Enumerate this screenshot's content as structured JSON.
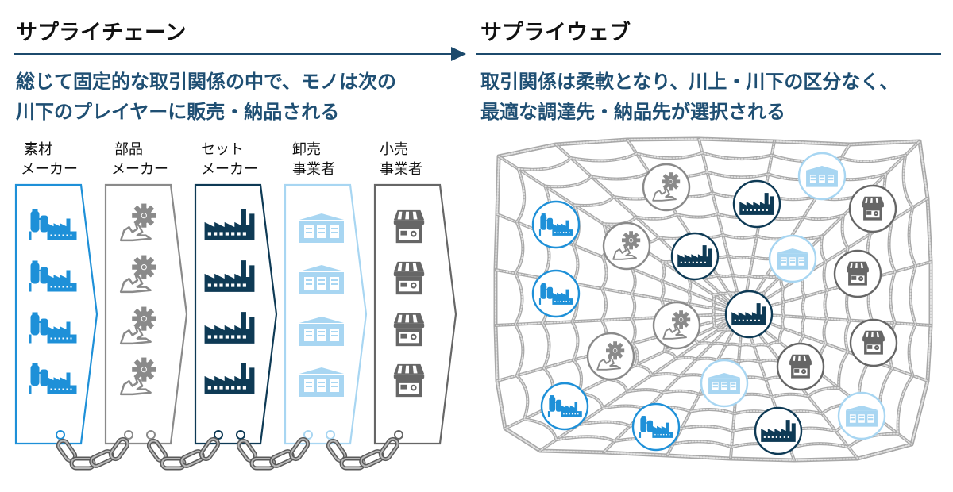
{
  "left": {
    "title": "サプライチェーン",
    "subtitle_line1": "総じて固定的な取引関係の中で、モノは次の",
    "subtitle_line2": "川下のプレイヤーに販売・納品される",
    "columns": [
      {
        "line1": "素材",
        "line2": "メーカー",
        "icon": "material-factory-icon",
        "color": "#1e90d8"
      },
      {
        "line1": "部品",
        "line2": "メーカー",
        "icon": "parts-gear-icon",
        "color": "#8a8a8a"
      },
      {
        "line1": "セット",
        "line2": "メーカー",
        "icon": "factory-icon",
        "color": "#0e3a55"
      },
      {
        "line1": "卸売",
        "line2": "事業者",
        "icon": "warehouse-icon",
        "color": "#a8d6f2"
      },
      {
        "line1": "小売",
        "line2": "事業者",
        "icon": "shop-icon",
        "color": "#666666"
      }
    ]
  },
  "right": {
    "title": "サプライウェブ",
    "subtitle_line1": "取引関係は柔軟となり、川上・川下の区分なく、",
    "subtitle_line2": "最適な調達先・納品先が選択される"
  },
  "colors": {
    "material": "#1e90d8",
    "parts": "#8a8a8a",
    "set": "#0e3a55",
    "wholesale": "#a8d6f2",
    "retail": "#666666",
    "title_blue": "#1f4f73"
  }
}
